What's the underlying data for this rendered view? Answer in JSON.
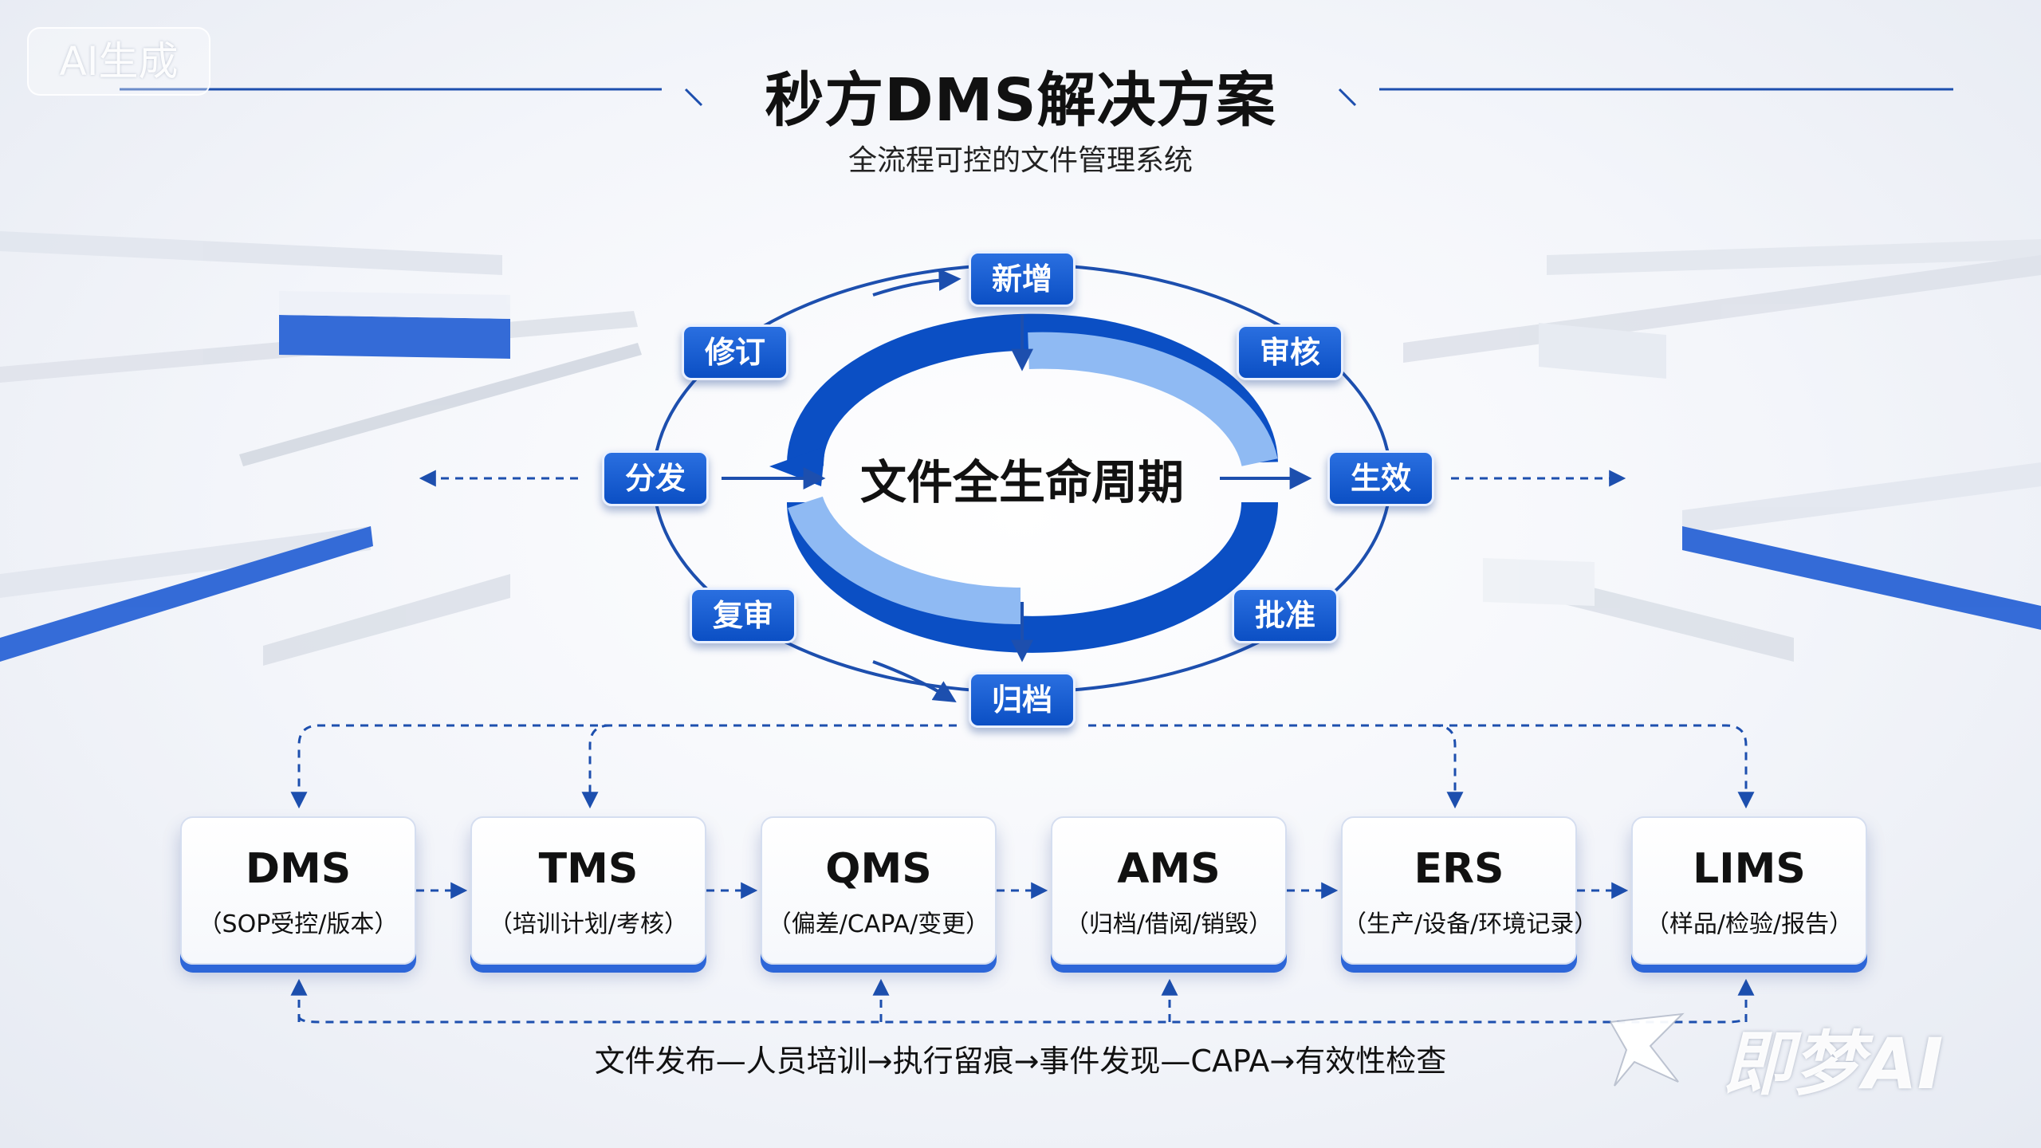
{
  "watermark": "AI生成",
  "title": "秒方DMS解决方案",
  "subtitle": "全流程可控的文件管理系统",
  "lifecycle": {
    "center": "文件全生命周期",
    "steps": [
      "新增",
      "审核",
      "生效",
      "批准",
      "归档",
      "复审",
      "分发",
      "修订"
    ]
  },
  "systems": [
    {
      "name": "DMS",
      "desc": "（SOP受控/版本）"
    },
    {
      "name": "TMS",
      "desc": "（培训计划/考核）"
    },
    {
      "name": "QMS",
      "desc": "（偏差/CAPA/变更）"
    },
    {
      "name": "AMS",
      "desc": "（归档/借阅/销毁）"
    },
    {
      "name": "ERS",
      "desc": "（生产/设备/环境记录）"
    },
    {
      "name": "LIMS",
      "desc": "（样品/检验/报告）"
    }
  ],
  "flow": "文件发布—人员培训→执行留痕→事件发现—CAPA→有效性检查",
  "logo": {
    "text": "即梦AI",
    "icon": "jimeng-logo-icon"
  },
  "colors": {
    "accent": "#0b4fc4",
    "ring_light": "#8fbaf3",
    "line": "#1d4fae"
  }
}
